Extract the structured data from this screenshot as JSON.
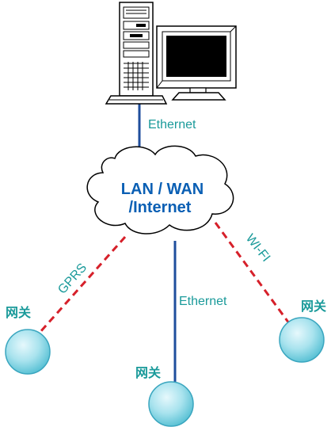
{
  "colors": {
    "teal_text": "#1a9a9a",
    "cloud_text": "#0a5fb4",
    "ethernet_line": "#1f4e9c",
    "wireless_line": "#d6202a",
    "gateway_fill_center": "#dff6fb",
    "gateway_fill_edge": "#5fc7da",
    "gateway_stroke": "#3aa6bf"
  },
  "server": {
    "icon": "server-workstation-icon"
  },
  "links": {
    "top_ethernet_label": "Ethernet",
    "bottom_ethernet_label": "Ethernet",
    "gprs_label": "GPRS",
    "wifi_label": "WI-FI"
  },
  "cloud": {
    "icon": "cloud-icon",
    "line1": "LAN / WAN",
    "line2": "/Internet"
  },
  "gateways": [
    {
      "label": "网关",
      "icon": "gateway-node-icon"
    },
    {
      "label": "网关",
      "icon": "gateway-node-icon"
    },
    {
      "label": "网关",
      "icon": "gateway-node-icon"
    }
  ]
}
